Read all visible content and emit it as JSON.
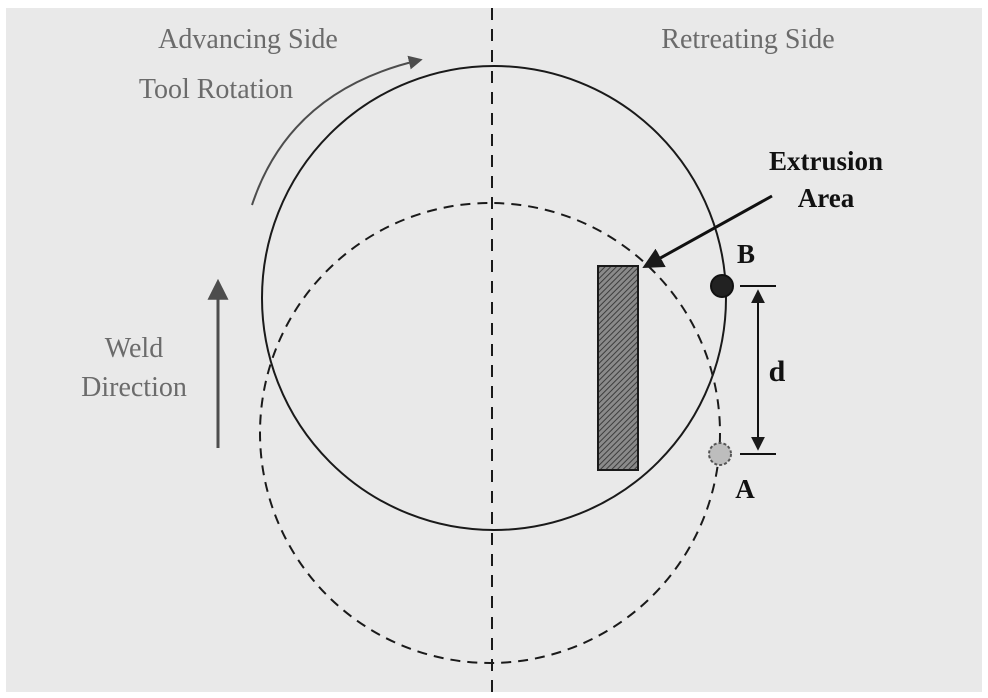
{
  "labels": {
    "advancing_side": "Advancing Side",
    "retreating_side": "Retreating Side",
    "tool_rotation": "Tool Rotation",
    "weld_direction_line1": "Weld",
    "weld_direction_line2": "Direction",
    "extrusion_line1": "Extrusion",
    "extrusion_line2": "Area",
    "point_b": "B",
    "point_a": "A",
    "distance": "d"
  },
  "colors": {
    "background": "#e9e9e9",
    "frame": "#ffffff",
    "line": "#1a1a1a",
    "light_text": "#6b6b6b",
    "point_b_fill": "#222222",
    "point_a_fill": "#bdbdbd",
    "hatch_fill": "#6f6f6f"
  },
  "icons": {
    "rotation_arrow": "curved-arrow-icon",
    "weld_arrow": "up-arrow-icon"
  }
}
